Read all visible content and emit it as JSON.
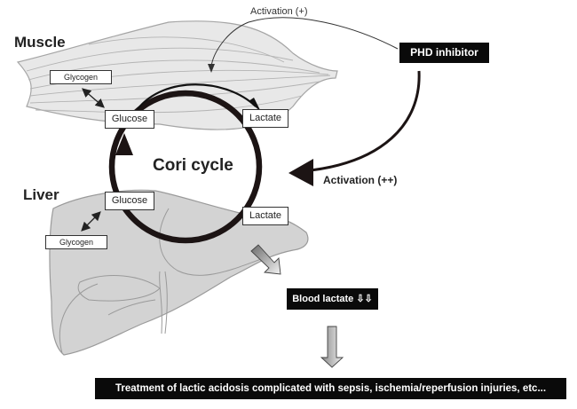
{
  "organs": {
    "muscle": "Muscle",
    "liver": "Liver"
  },
  "cycle_title": "Cori cycle",
  "muscle_boxes": {
    "glycogen": "Glycogen",
    "glucose": "Glucose",
    "lactate": "Lactate"
  },
  "liver_boxes": {
    "glycogen": "Glycogen",
    "glucose": "Glucose",
    "lactate": "Lactate"
  },
  "drug": "PHD inhibitor",
  "activation_weak": "Activation (+)",
  "activation_strong": "Activation (++)",
  "blood_lactate": "Blood lactate ⇩⇩",
  "treatment": "Treatment of lactic acidosis complicated with sepsis, ischemia/reperfusion injuries, etc...",
  "colors": {
    "organ_fill": "#d3d3d3",
    "organ_stroke": "#9a9a9a",
    "cycle": "#1c1414",
    "box_bg": "#0a0a0a"
  }
}
